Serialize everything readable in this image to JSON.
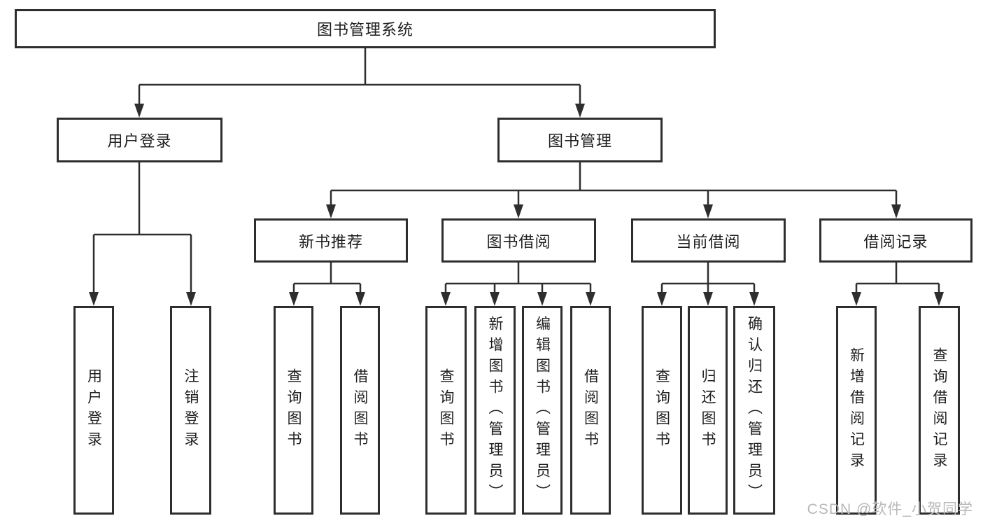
{
  "diagram": {
    "root": {
      "label": "图书管理系统"
    },
    "user_login": {
      "label": "用户登录",
      "children": [
        {
          "label": "用户登录"
        },
        {
          "label": "注销登录"
        }
      ]
    },
    "book_mgmt": {
      "label": "图书管理",
      "children": [
        {
          "label": "新书推荐",
          "children": [
            {
              "label": "查询图书"
            },
            {
              "label": "借阅图书"
            }
          ]
        },
        {
          "label": "图书借阅",
          "children": [
            {
              "label": "查询图书"
            },
            {
              "label": "新增图书（管理员）"
            },
            {
              "label": "编辑图书（管理员）"
            },
            {
              "label": "借阅图书"
            }
          ]
        },
        {
          "label": "当前借阅",
          "children": [
            {
              "label": "查询图书"
            },
            {
              "label": "归还图书"
            },
            {
              "label": "确认归还（管理员）"
            }
          ]
        },
        {
          "label": "借阅记录",
          "children": [
            {
              "label": "新增借阅记录"
            },
            {
              "label": "查询借阅记录"
            }
          ]
        }
      ]
    },
    "watermark": "CSDN @软件_小贺同学",
    "colors": {
      "line": "#2e2e2e",
      "box_border": "#2e2e2e",
      "text": "#1f1f1f",
      "watermark": "#b8b8b8",
      "background": "#ffffff"
    }
  }
}
